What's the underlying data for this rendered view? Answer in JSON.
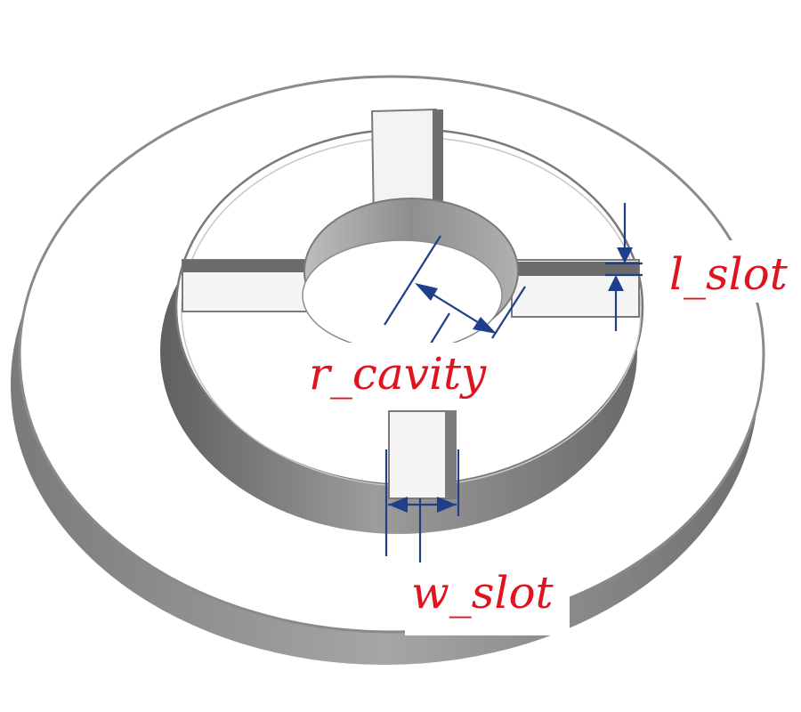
{
  "diagram": {
    "labels": {
      "l_slot": "l_slot",
      "r_cavity": "r_cavity",
      "w_slot": "w_slot"
    },
    "colors": {
      "label": "#e0141e",
      "dimension_line": "#1f3f8a",
      "body_face": "#ffffff",
      "body_side": "#8a8a8a",
      "outline": "#6a6a6a"
    }
  }
}
